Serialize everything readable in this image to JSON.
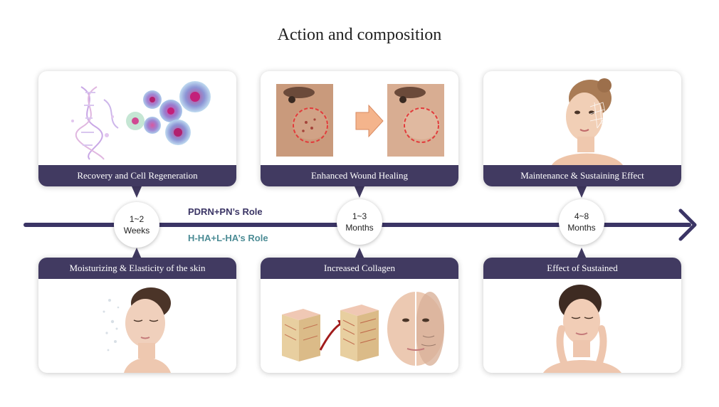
{
  "title": "Action and composition",
  "roles": {
    "pdrn": "PDRN+PN’s Role",
    "ha": "H-HA+L-HA’s Role"
  },
  "milestones": [
    {
      "line1": "1~2",
      "line2": "Weeks"
    },
    {
      "line1": "1~3",
      "line2": "Months"
    },
    {
      "line1": "4~8",
      "line2": "Months"
    }
  ],
  "top_cards": [
    {
      "label": "Recovery and Cell Regeneration",
      "illustration": "dna-cell-illustration"
    },
    {
      "label": "Enhanced Wound Healing",
      "illustration": "before-after-skin-photo"
    },
    {
      "label": "Maintenance & Sustaining Effect",
      "illustration": "face-lifting-photo"
    }
  ],
  "bottom_cards": [
    {
      "label": "Moisturizing & Elasticity of the skin",
      "illustration": "moisturized-face-photo"
    },
    {
      "label": "Increased Collagen",
      "illustration": "collagen-skin-layers-illustration"
    },
    {
      "label": "Effect of Sustained",
      "illustration": "smooth-face-photo"
    }
  ],
  "colors": {
    "band": "#413a61",
    "timeline": "#3b3565",
    "pdrn_text": "#3b3565",
    "ha_text": "#4c8c95",
    "highlight_circle": "#e23b3b",
    "arrow": "#f4b48c"
  }
}
